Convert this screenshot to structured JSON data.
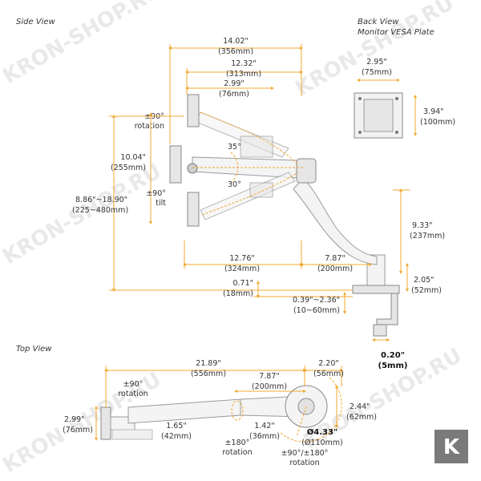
{
  "labels": {
    "side_view": "Side View",
    "back_view": "Back View",
    "vesa_plate": "Monitor VESA Plate",
    "top_view": "Top View"
  },
  "side": {
    "w_total": [
      "14.02\"",
      "(356mm)"
    ],
    "w_mid": [
      "12.32\"",
      "(313mm)"
    ],
    "w_small": [
      "2.99\"",
      "(76mm)"
    ],
    "rotation": [
      "±90°",
      "rotation"
    ],
    "height_range": [
      "10.04\"",
      "(255mm)"
    ],
    "tilt": [
      "±90°",
      "tilt"
    ],
    "height_total": [
      "8.86\"~18.90\"",
      "(225~480mm)"
    ],
    "angle_up": "35°",
    "angle_down": "30°",
    "pole_height": [
      "9.33\"",
      "(237mm)"
    ],
    "reach": [
      "12.76\"",
      "(324mm)"
    ],
    "reach2": [
      "7.87\"",
      "(200mm)"
    ],
    "base_height": [
      "2.05\"",
      "(52mm)"
    ],
    "base_thick": [
      "0.71\"",
      "(18mm)"
    ],
    "clamp_range": [
      "0.39\"~2.36\"",
      "(10~60mm)"
    ],
    "clamp_min": [
      "0.20\"",
      "(5mm)"
    ]
  },
  "back": {
    "width": [
      "2.95\"",
      "(75mm)"
    ],
    "height": [
      "3.94\"",
      "(100mm)"
    ]
  },
  "top": {
    "total": [
      "21.89\"",
      "(556mm)"
    ],
    "seg": [
      "7.87\"",
      "(200mm)"
    ],
    "end": [
      "2.20\"",
      "(56mm)"
    ],
    "rotation": [
      "±90°",
      "rotation"
    ],
    "plate_h": [
      "2.99\"",
      "(76mm)"
    ],
    "arm_w1": [
      "1.65\"",
      "(42mm)"
    ],
    "arm_w2": [
      "1.42\"",
      "(36mm)"
    ],
    "mid_rot": [
      "±180°",
      "rotation"
    ],
    "base_diam": [
      "Ø4.33\"",
      "(Ø110mm)"
    ],
    "base_w": [
      "2.44\"",
      "(62mm)"
    ],
    "base_rot": [
      "±90°/±180°",
      "rotation"
    ]
  },
  "watermark": "KRON-SHOP.RU",
  "logo_letter": "K",
  "colors": {
    "dimension": "#f0a830",
    "arm": "#f4f4f4",
    "outline": "#9a9a9a",
    "logo": "#7a7a7a"
  }
}
